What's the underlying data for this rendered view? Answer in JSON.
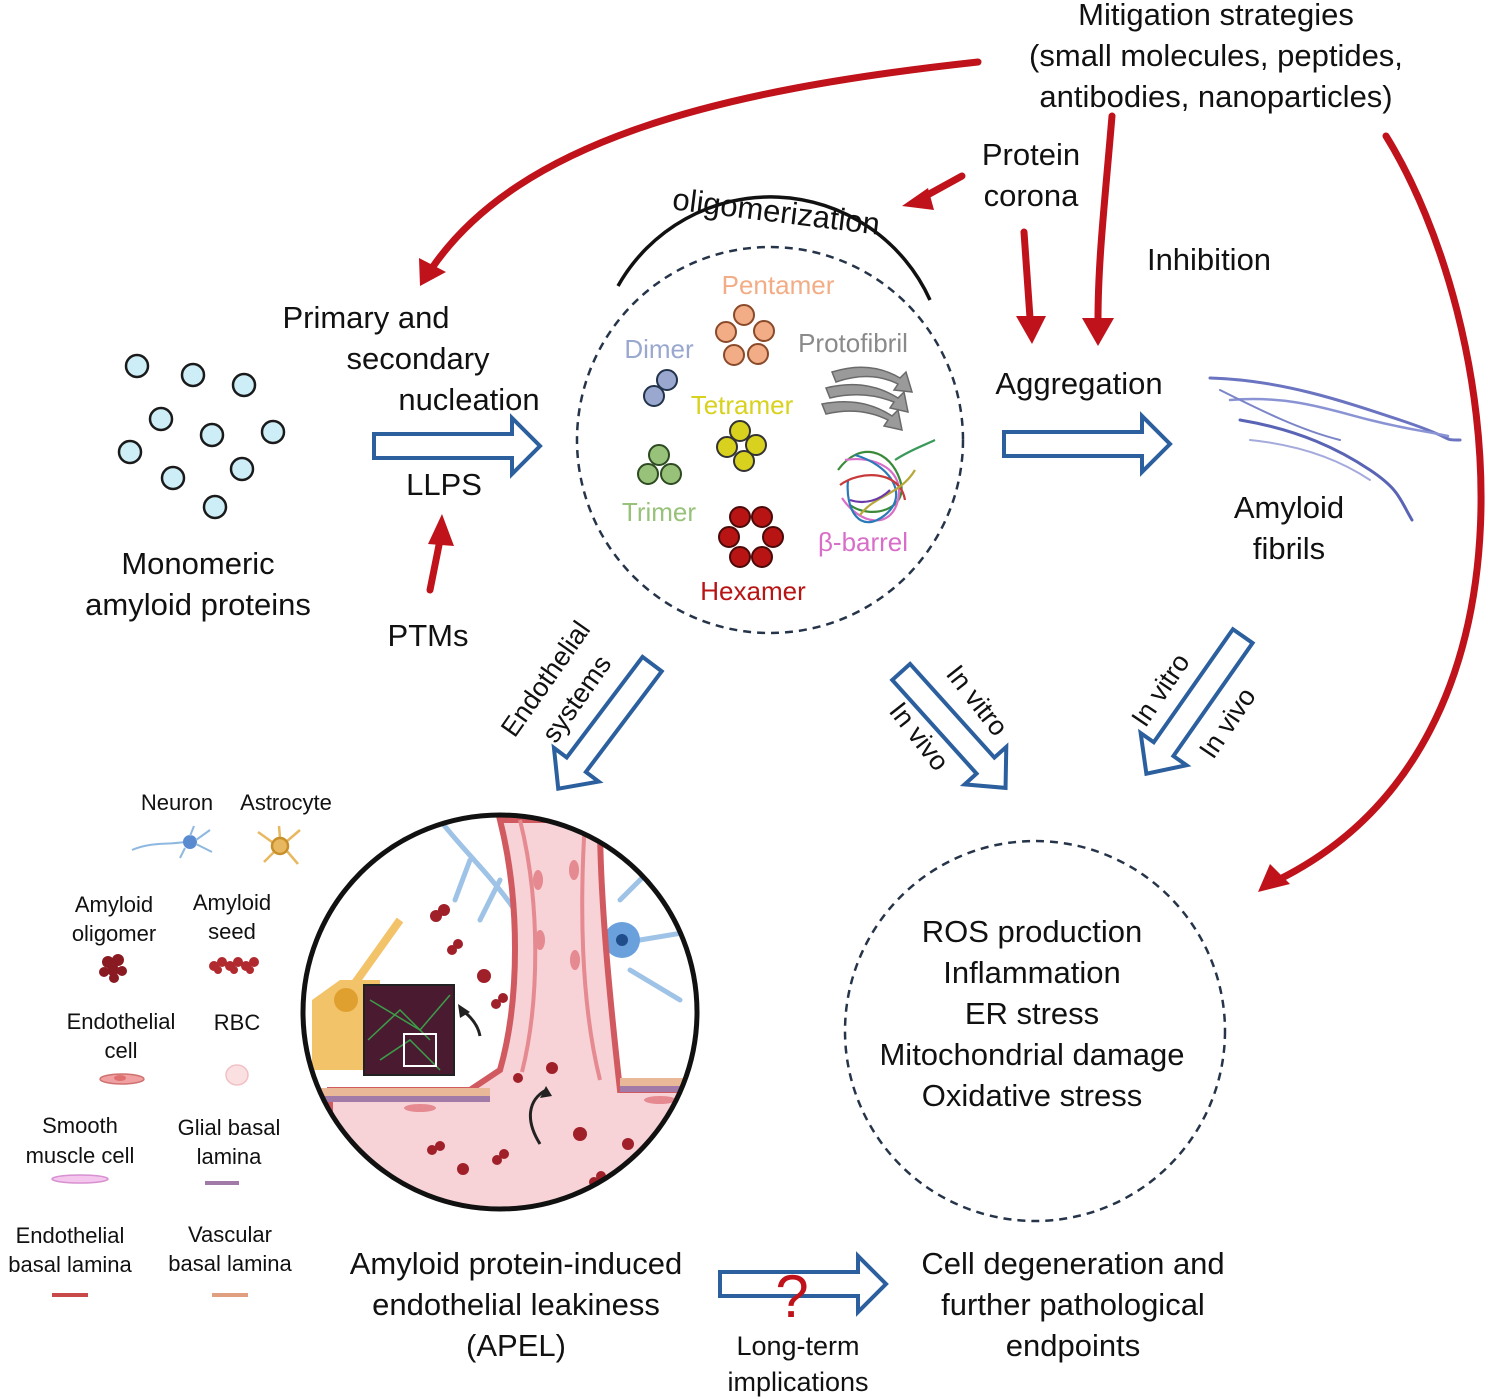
{
  "labels": {
    "mitigation_1": "Mitigation strategies",
    "mitigation_2": "(small molecules, peptides,",
    "mitigation_3": "antibodies, nanoparticles)",
    "protein_corona_1": "Protein",
    "protein_corona_2": "corona",
    "inhibition": "Inhibition",
    "oligomerization": "oligomerization",
    "nucleation_1": "Primary and",
    "nucleation_2": "secondary",
    "nucleation_3": "nucleation",
    "llps": "LLPS",
    "ptms": "PTMs",
    "monomeric_1": "Monomeric",
    "monomeric_2": "amyloid proteins",
    "aggregation": "Aggregation",
    "amyloid_fibrils_1": "Amyloid",
    "amyloid_fibrils_2": "fibrils",
    "endothelial_1": "Endothelial",
    "endothelial_2": "systems",
    "in_vitro_mid": "In vitro",
    "in_vivo_mid": "In vivo",
    "in_vitro_right": "In vitro",
    "in_vivo_right": "In vivo",
    "apel_1": "Amyloid protein-induced",
    "apel_2": "endothelial leakiness",
    "apel_3": "(APEL)",
    "question": "?",
    "longterm_1": "Long-term",
    "longterm_2": "implications",
    "degeneration_1": "Cell degeneration and",
    "degeneration_2": "further pathological",
    "degeneration_3": "endpoints"
  },
  "oligomers": {
    "pentamer": "Pentamer",
    "dimer": "Dimer",
    "protofibril": "Protofibril",
    "tetramer": "Tetramer",
    "trimer": "Trimer",
    "hexamer": "Hexamer",
    "beta_barrel": "β-barrel"
  },
  "effects": [
    "ROS production",
    "Inflammation",
    "ER stress",
    "Mitochondrial damage",
    "Oxidative stress"
  ],
  "legend": {
    "neuron": "Neuron",
    "astrocyte": "Astrocyte",
    "amyloid_oligomer_1": "Amyloid",
    "amyloid_oligomer_2": "oligomer",
    "amyloid_seed_1": "Amyloid",
    "amyloid_seed_2": "seed",
    "endothelial_cell_1": "Endothelial",
    "endothelial_cell_2": "cell",
    "rbc": "RBC",
    "smooth_muscle_1": "Smooth",
    "smooth_muscle_2": "muscle cell",
    "glial_basal_1": "Glial basal",
    "glial_basal_2": "lamina",
    "endo_basal_1": "Endothelial",
    "endo_basal_2": "basal lamina",
    "vascular_basal_1": "Vascular",
    "vascular_basal_2": "basal lamina"
  },
  "colors": {
    "red_arrow": "#c0121a",
    "blue_arrow": "#2b5f9e",
    "pentamer": "#f2ad86",
    "dimer": "#9aa8d0",
    "protofibril": "#8a8a8a",
    "tetramer": "#d8d21e",
    "trimer": "#98c27a",
    "hexamer": "#b81414",
    "beta_barrel": "#d86ec8",
    "monomer_fill": "#cdeef7"
  }
}
